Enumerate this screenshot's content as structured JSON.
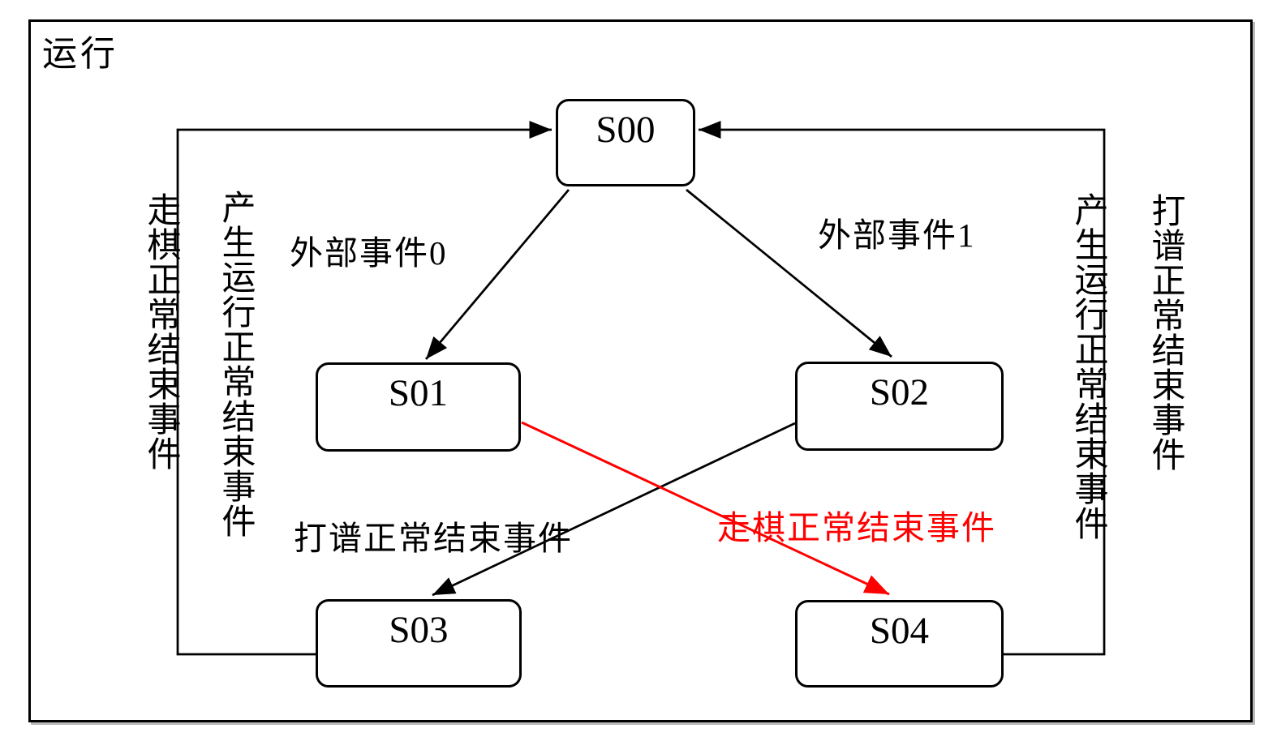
{
  "diagram": {
    "type": "state-transition-diagram",
    "container_label": "运行",
    "states": {
      "s00": "S00",
      "s01": "S01",
      "s02": "S02",
      "s03": "S03",
      "s04": "S04"
    },
    "labels": {
      "external_event_0": "外部事件0",
      "external_event_1": "外部事件1",
      "dapu_normal_end": "打谱正常结束事件",
      "zouqi_normal_end": "走棋正常结束事件",
      "left_outer_vertical": "走棋正常结束事件",
      "left_inner_vertical": "产生运行正常结束事件",
      "right_inner_vertical": "产生运行正常结束事件",
      "right_outer_vertical": "打谱正常结束事件"
    },
    "transitions": [
      {
        "from": "S00",
        "to": "S01",
        "label": "外部事件0",
        "color": "#000000"
      },
      {
        "from": "S00",
        "to": "S02",
        "label": "外部事件1",
        "color": "#000000"
      },
      {
        "from": "S02",
        "to": "S03",
        "label": "打谱正常结束事件",
        "color": "#000000"
      },
      {
        "from": "S01",
        "to": "S04",
        "label": "走棋正常结束事件",
        "color": "#ff0000"
      },
      {
        "from": "S03",
        "to": "S00",
        "label": "走棋正常结束事件 / 产生运行正常结束事件",
        "color": "#000000"
      },
      {
        "from": "S04",
        "to": "S00",
        "label": "产生运行正常结束事件 / 打谱正常结束事件",
        "color": "#000000"
      }
    ],
    "colors": {
      "line": "#000000",
      "highlight_edge": "#ff0000",
      "background": "#ffffff"
    }
  }
}
